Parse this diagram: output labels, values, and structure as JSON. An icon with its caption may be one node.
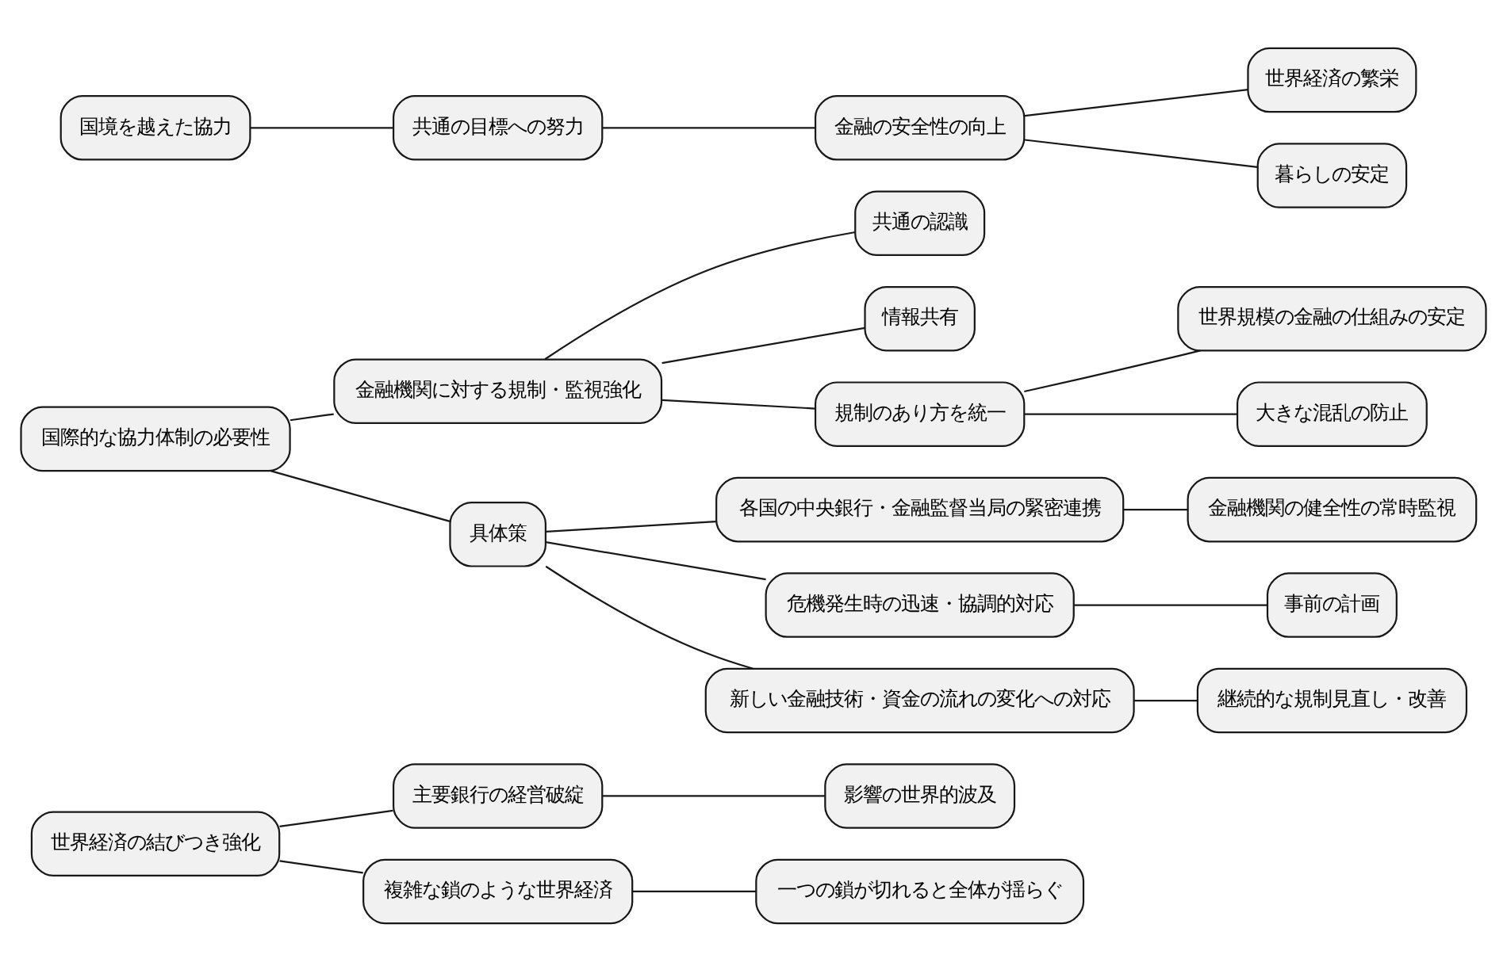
{
  "diagram": {
    "nodes": [
      {
        "text": [
          "世界経済の結びつき強化"
        ]
      },
      {
        "text": [
          "主要銀行の経営破綻"
        ]
      },
      {
        "text": [
          "影響の世界的波及"
        ]
      },
      {
        "text": [
          "複雑な鎖のような世界経済"
        ]
      },
      {
        "text": [
          "一つの鎖が切れると全体が揺らぐ"
        ]
      },
      {
        "text": [
          "国際的な協力体制の必要性"
        ]
      },
      {
        "text": [
          "金融機関に対する規制・監視強化"
        ]
      },
      {
        "text": [
          "共通の認識"
        ]
      },
      {
        "text": [
          "情報共有"
        ]
      },
      {
        "text": [
          "規制のあり方を統一"
        ]
      },
      {
        "text": [
          "世界規模の金融の仕組みの安定"
        ]
      },
      {
        "text": [
          "大きな混乱の防止"
        ]
      },
      {
        "text": [
          "具体策"
        ]
      },
      {
        "text": [
          "各国の中央銀行・金融監督当局の緊密連携"
        ]
      },
      {
        "text": [
          "金融機関の健全性の常時監視"
        ]
      },
      {
        "text": [
          "危機発生時の迅速・協調的対応"
        ]
      },
      {
        "text": [
          "事前の計画"
        ]
      },
      {
        "text": [
          "新しい金融技術・資金の流れの変化への対応"
        ]
      },
      {
        "text": [
          "継続的な規制見直し・改善"
        ]
      },
      {
        "text": [
          "国境を越えた協力"
        ]
      },
      {
        "text": [
          "共通の目標への努力"
        ]
      },
      {
        "text": [
          "金融の安全性の向上"
        ]
      },
      {
        "text": [
          "世界経済の繁栄"
        ]
      },
      {
        "text": [
          "暮らしの安定"
        ]
      }
    ],
    "edges": [
      {
        "from": 0,
        "to": 1,
        "arrow": "none"
      },
      {
        "from": 1,
        "to": 2,
        "arrow": "none"
      },
      {
        "from": 0,
        "to": 3,
        "arrow": "none"
      },
      {
        "from": 3,
        "to": 4,
        "arrow": "none"
      },
      {
        "from": 5,
        "to": 6,
        "arrow": "none"
      },
      {
        "from": 6,
        "to": 7,
        "arrow": "none"
      },
      {
        "from": 6,
        "to": 8,
        "arrow": "none"
      },
      {
        "from": 6,
        "to": 9,
        "arrow": "none"
      },
      {
        "from": 9,
        "to": 10,
        "arrow": "none"
      },
      {
        "from": 9,
        "to": 11,
        "arrow": "none"
      },
      {
        "from": 5,
        "to": 12,
        "arrow": "none"
      },
      {
        "from": 12,
        "to": 13,
        "arrow": "none"
      },
      {
        "from": 13,
        "to": 14,
        "arrow": "none"
      },
      {
        "from": 12,
        "to": 15,
        "arrow": "none"
      },
      {
        "from": 15,
        "to": 16,
        "arrow": "none"
      },
      {
        "from": 12,
        "to": 17,
        "arrow": "none"
      },
      {
        "from": 17,
        "to": 18,
        "arrow": "none"
      },
      {
        "from": 19,
        "to": 20,
        "arrow": "none"
      },
      {
        "from": 20,
        "to": 21,
        "arrow": "none"
      },
      {
        "from": 21,
        "to": 22,
        "arrow": "none"
      },
      {
        "from": 21,
        "to": 23,
        "arrow": "none"
      }
    ]
  }
}
